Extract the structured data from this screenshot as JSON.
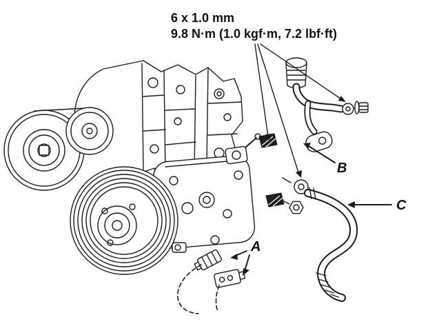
{
  "diagram": {
    "spec": {
      "line1": "6 x 1.0 mm",
      "line2": "9.8 N·m (1.0 kgf·m, 7.2 lbf·ft)"
    },
    "labels": {
      "a": "A",
      "b": "B",
      "c": "C"
    },
    "colors": {
      "ink": "#1a1a1a",
      "background": "#ffffff"
    }
  }
}
